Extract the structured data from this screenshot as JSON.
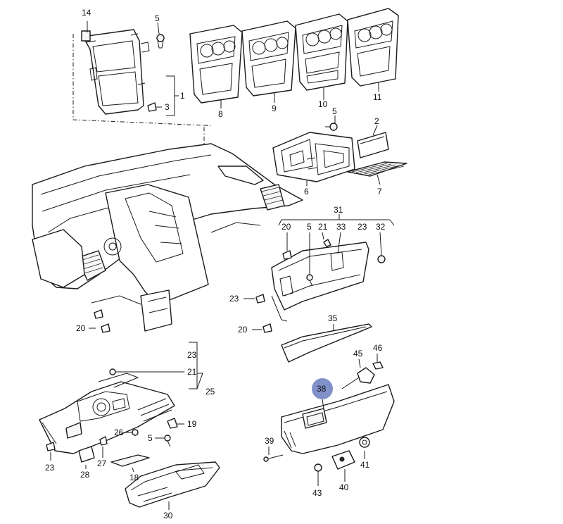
{
  "highlight_color": "#8090c8",
  "callouts": {
    "c14": "14",
    "c5a": "5",
    "c1": "1",
    "c3": "3",
    "c8": "8",
    "c9": "9",
    "c10": "10",
    "c11": "11",
    "c5b": "5",
    "c2": "2",
    "c6": "6",
    "c7": "7",
    "c31": "31",
    "c20a": "20",
    "c5c": "5",
    "c21a": "21",
    "c33": "33",
    "c23a": "23",
    "c32": "32",
    "c23b": "23",
    "c20b": "20",
    "c35": "35",
    "c20c": "20",
    "c45": "45",
    "c46": "46",
    "c38": "38",
    "c23c": "23",
    "c21b": "21",
    "c25": "25",
    "c26": "26",
    "c19": "19",
    "c5d": "5",
    "c23d": "23",
    "c27": "27",
    "c28": "28",
    "c18": "18",
    "c30": "30",
    "c39": "39",
    "c41": "41",
    "c40": "40",
    "c43": "43"
  }
}
